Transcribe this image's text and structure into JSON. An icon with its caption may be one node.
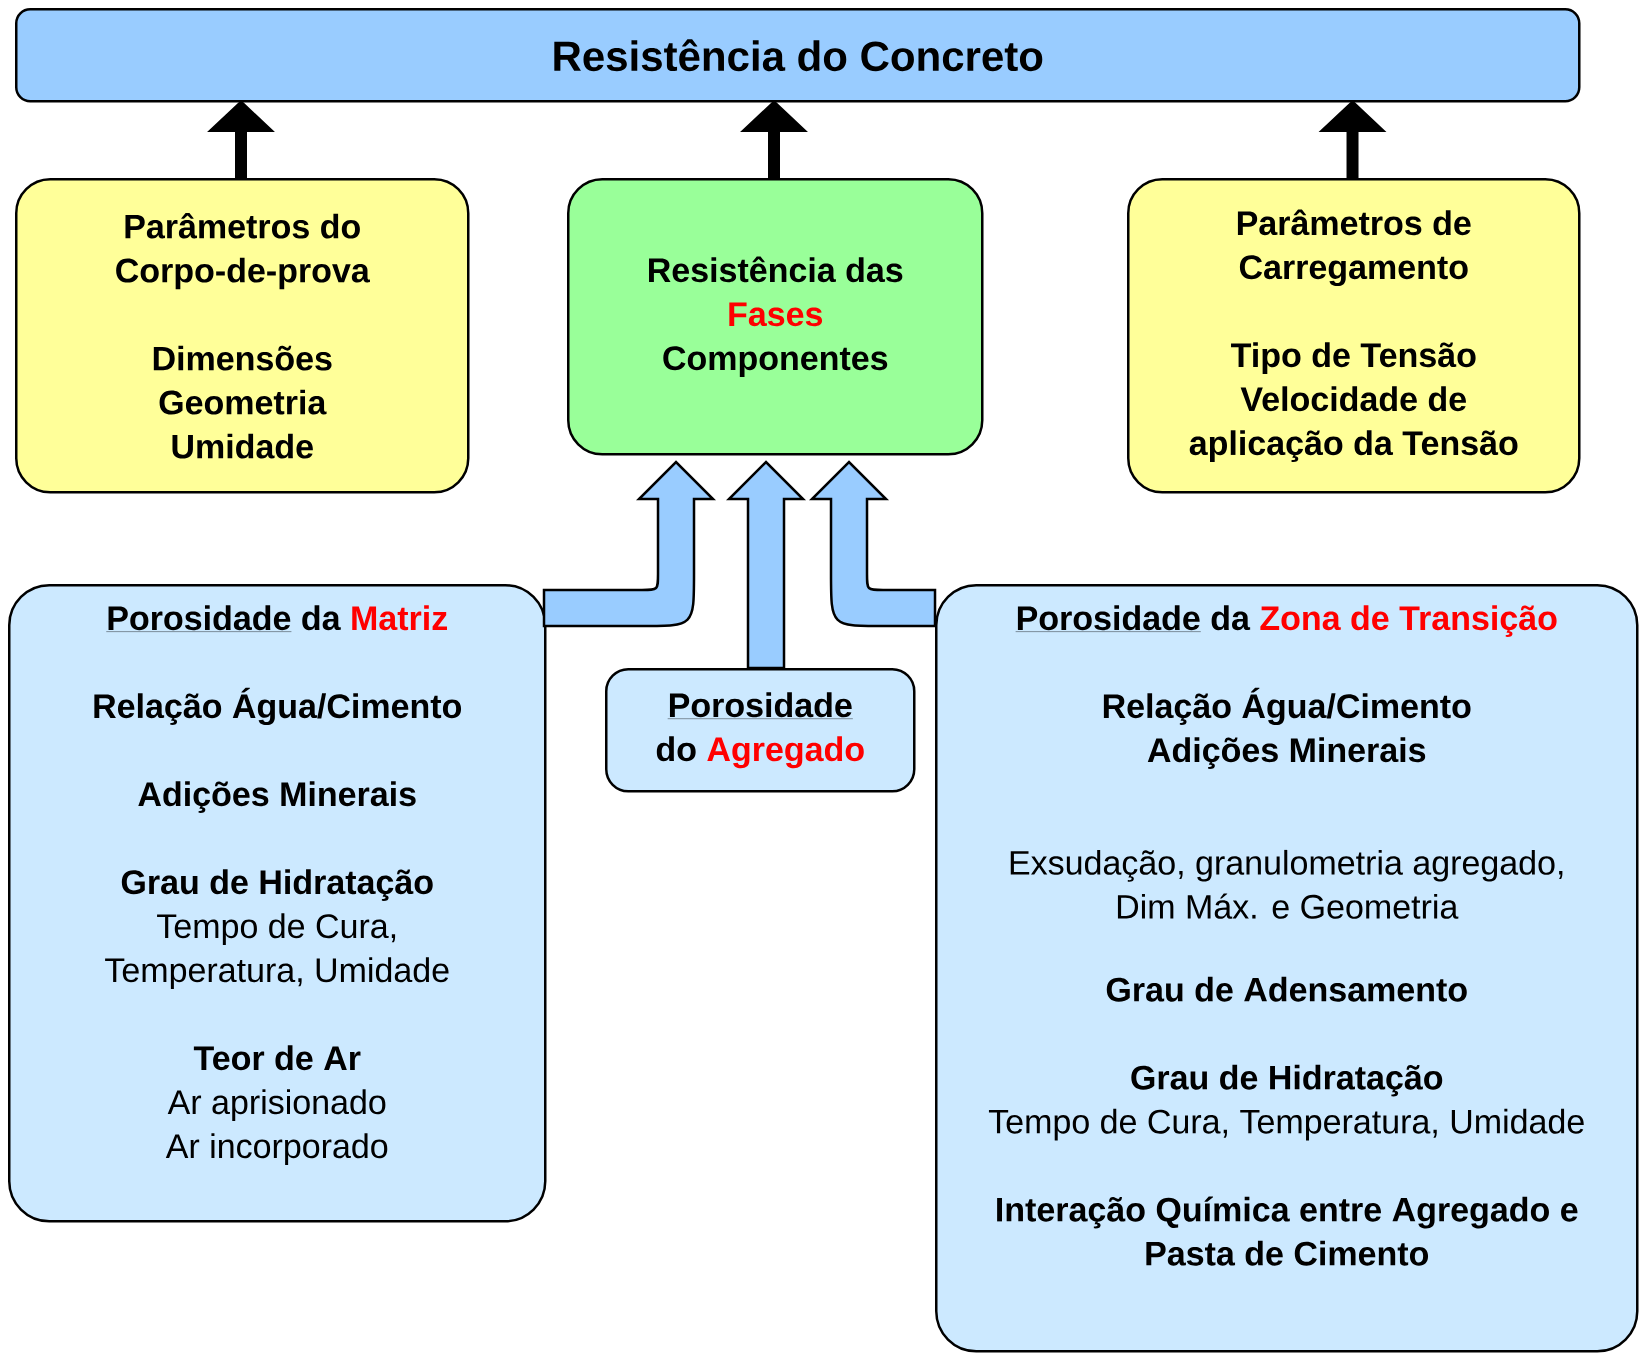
{
  "diagram": {
    "nodes": [
      {
        "text": [
          "Resistência do Concreto"
        ]
      },
      {
        "text": [
          "Parâmetros do Corpo-de-prova",
          "Dimensões",
          "Geometria",
          "Umidade"
        ]
      },
      {
        "text": [
          "Resistência das",
          "Fases",
          "Componentes"
        ]
      },
      {
        "text": [
          "Parâmetros de Carregamento",
          "Tipo de Tensão",
          "Velocidade de aplicação da Tensão"
        ]
      },
      {
        "text": [
          "Porosidade",
          "da",
          "Matriz",
          "Relação Água/Cimento",
          "Adições Minerais",
          "Grau de Hidratação",
          "Tempo de Cura, Temperatura, Umidade",
          "Teor de Ar",
          "Ar aprisionado",
          "Ar incorporado"
        ]
      },
      {
        "text": [
          "Porosidade",
          "do",
          "Agregado"
        ]
      },
      {
        "text": [
          "Porosidade",
          "da",
          "Zona de Transição",
          "Relação Água/Cimento",
          "Adições Minerais",
          "Exsudação, granulometria agregado, Dim Máx. e Geometria",
          "Grau de Adensamento",
          "Grau de Hidratação",
          "Tempo de Cura, Temperatura, Umidade",
          "Interação Química entre Agregado e Pasta de Cimento"
        ]
      }
    ],
    "edges": [
      {
        "from": 1,
        "to": 0,
        "arrow": "to"
      },
      {
        "from": 2,
        "to": 0,
        "arrow": "to"
      },
      {
        "from": 3,
        "to": 0,
        "arrow": "to"
      },
      {
        "from": 4,
        "to": 2,
        "arrow": "to",
        "color": "#99ccff"
      },
      {
        "from": 5,
        "to": 2,
        "arrow": "to",
        "color": "#99ccff"
      },
      {
        "from": 6,
        "to": 2,
        "arrow": "to",
        "color": "#99ccff"
      }
    ]
  }
}
